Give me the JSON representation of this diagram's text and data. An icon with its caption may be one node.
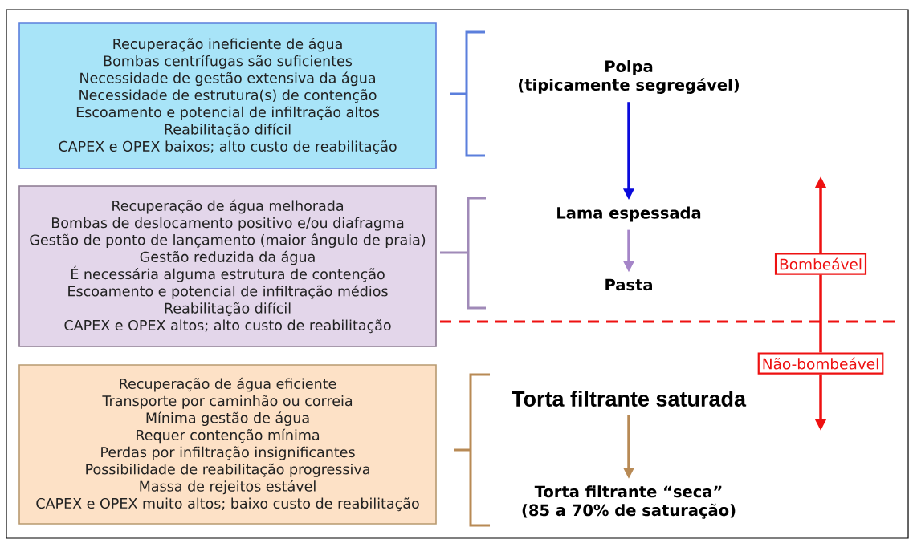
{
  "diagram": {
    "nodes": [
      {
        "text": [
          "Recuperação ineficiente de água",
          "Bombas centrífugas são suficientes",
          "Necessidade de gestão extensiva da água",
          "Necessidade de estrutura(s) de contenção",
          "Escoamento e potencial de infiltração altos",
          "Reabilitação difícil",
          "CAPEX e OPEX baixos; alto custo de reabilitação"
        ]
      },
      {
        "text": [
          "Recuperação de água melhorada",
          "Bombas de deslocamento positivo e/ou diafragma",
          "Gestão de ponto de lançamento (maior ângulo de praia)",
          "Gestão reduzida da água",
          "É necessária alguma estrutura de contenção",
          "Escoamento e potencial de infiltração médios",
          "Reabilitação difícil",
          "CAPEX e OPEX altos; alto custo de reabilitação"
        ]
      },
      {
        "text": [
          "Recuperação de água eficiente",
          "Transporte por caminhão ou correia",
          "Mínima gestão de água",
          "Requer contenção mínima",
          "Perdas por infiltração insignificantes",
          "Possibilidade de reabilitação progressiva",
          "Massa de rejeitos estável",
          "CAPEX e OPEX muito altos; baixo custo de reabilitação"
        ]
      },
      {
        "text": [
          "Polpa",
          "(tipicamente segregável)"
        ]
      },
      {
        "text": [
          "Lama espessada"
        ]
      },
      {
        "text": [
          "Pasta"
        ]
      },
      {
        "text": [
          "Torta filtrante saturada"
        ]
      },
      {
        "text": [
          "Torta filtrante “seca”",
          "(85 a 70% de saturação)"
        ]
      },
      {
        "text": [
          "Bombeável"
        ]
      },
      {
        "text": [
          "Não-bombeável"
        ]
      }
    ],
    "edges": [
      {
        "from": 3,
        "to": 4,
        "arrow": "to",
        "color": "#0a0adc"
      },
      {
        "from": 4,
        "to": 5,
        "arrow": "to",
        "color": "#a585c8"
      },
      {
        "from": 6,
        "to": 7,
        "arrow": "to",
        "color": "#b88a55"
      },
      {
        "from": 8,
        "to": null,
        "arrow": "to",
        "color": "#ee1111"
      },
      {
        "from": 8,
        "to": 9,
        "arrow": "none",
        "color": "#ee1111"
      },
      {
        "from": 9,
        "to": null,
        "arrow": "to",
        "color": "#ee1111"
      }
    ]
  }
}
